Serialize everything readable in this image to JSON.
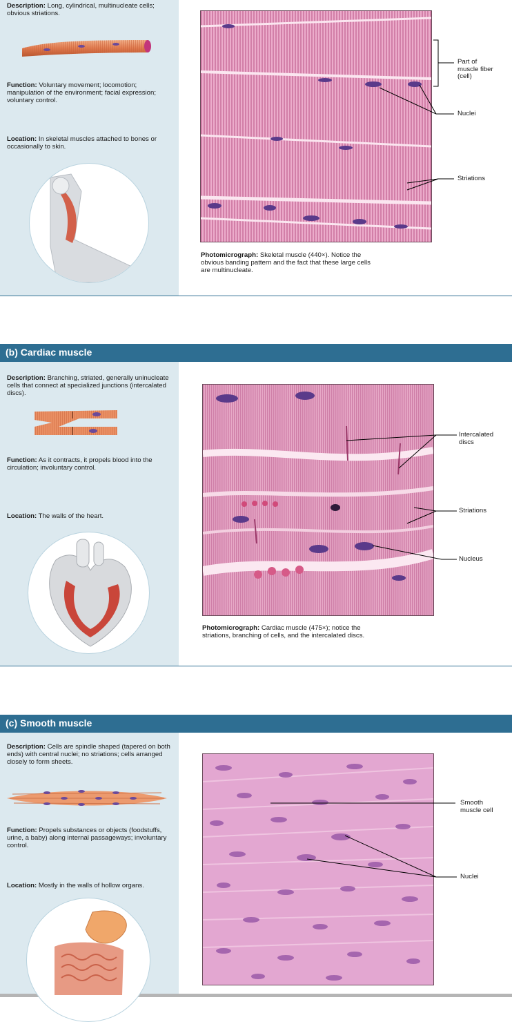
{
  "sections": [
    {
      "id": "skeletal",
      "description_label": "Description:",
      "description_text": " Long, cylindrical, multinucleate cells; obvious striations.",
      "function_label": "Function:",
      "function_text": " Voluntary movement; locomotion; manipulation of the environment; facial expression; voluntary control.",
      "location_label": "Location:",
      "location_text": " In skeletal muscles attached to bones or occasionally to skin.",
      "caption_label": "Photomicrograph:",
      "caption_text": " Skeletal muscle (440×). Notice the obvious banding pattern and the fact that these large cells are multinucleate.",
      "callouts": [
        "Part of muscle fiber (cell)",
        "Nuclei",
        "Striations"
      ]
    },
    {
      "id": "cardiac",
      "header": "(b)  Cardiac muscle",
      "description_label": "Description:",
      "description_text": " Branching, striated, generally uninucleate cells that connect at specialized junctions (intercalated discs).",
      "function_label": "Function:",
      "function_text": " As it contracts, it propels blood into the circulation; involuntary control.",
      "location_label": "Location:",
      "location_text": " The walls of the heart.",
      "caption_label": "Photomicrograph:",
      "caption_text": " Cardiac muscle (475×); notice the striations, branching of cells, and the intercalated discs.",
      "callouts": [
        "Intercalated discs",
        "Striations",
        "Nucleus"
      ]
    },
    {
      "id": "smooth",
      "header": "(c)  Smooth muscle",
      "description_label": "Description:",
      "description_text": " Cells are spindle shaped (tapered on both ends) with central nuclei; no striations; cells arranged closely to form sheets.",
      "function_label": "Function:",
      "function_text": " Propels substances or objects (foodstuffs, urine, a baby) along internal passageways; involuntary control.",
      "location_label": "Location:",
      "location_text": " Mostly in the walls of hollow organs.",
      "callouts": [
        "Smooth muscle cell",
        "Nuclei"
      ]
    }
  ],
  "colors": {
    "header_bg": "#2e6e92",
    "panel_bg": "#dce9ef",
    "tissue_pink": "#e7a3c4",
    "nucleus_purple": "#5a3a8a"
  }
}
